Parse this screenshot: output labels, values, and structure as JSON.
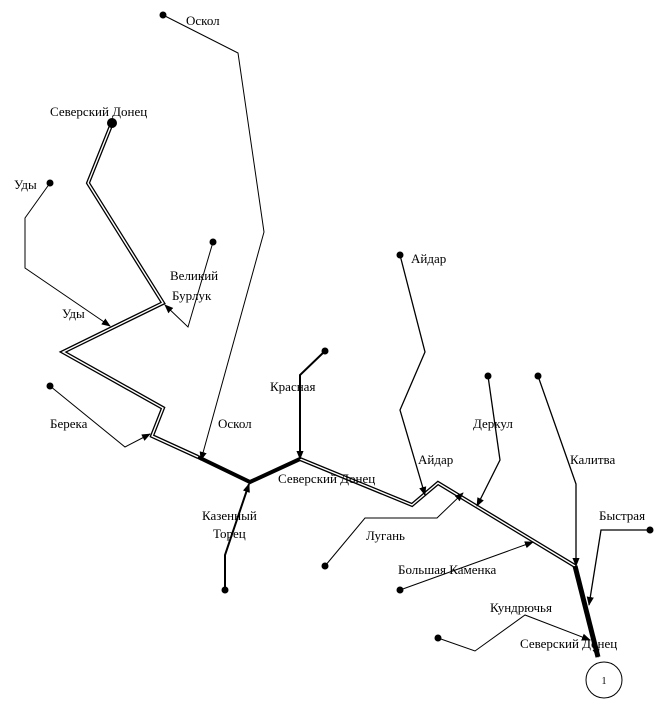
{
  "diagram": {
    "labels": {
      "oskol_top": "Оскол",
      "seversky_donets_source": "Северский Донец",
      "udy_top": "Уды",
      "udy_lower": "Уды",
      "veliky_burluk": "Великий Бурлук",
      "bereka": "Берека",
      "oskol_lower": "Оскол",
      "krasnaya": "Красная",
      "seversky_donets_mid": "Северский Донец",
      "kazenny_torets": "Казенный Торец",
      "aidar_top": "Айдар",
      "aidar_lower": "Айдар",
      "derkul": "Деркул",
      "kalitva": "Калитва",
      "lugan": "Лугань",
      "bolshaya_kamenka": "Большая Каменка",
      "bystraya": "Быстрая",
      "kundryuchya": "Кундрючья",
      "seversky_donets_mouth": "Северский Донец",
      "outlet_node": "1"
    }
  }
}
